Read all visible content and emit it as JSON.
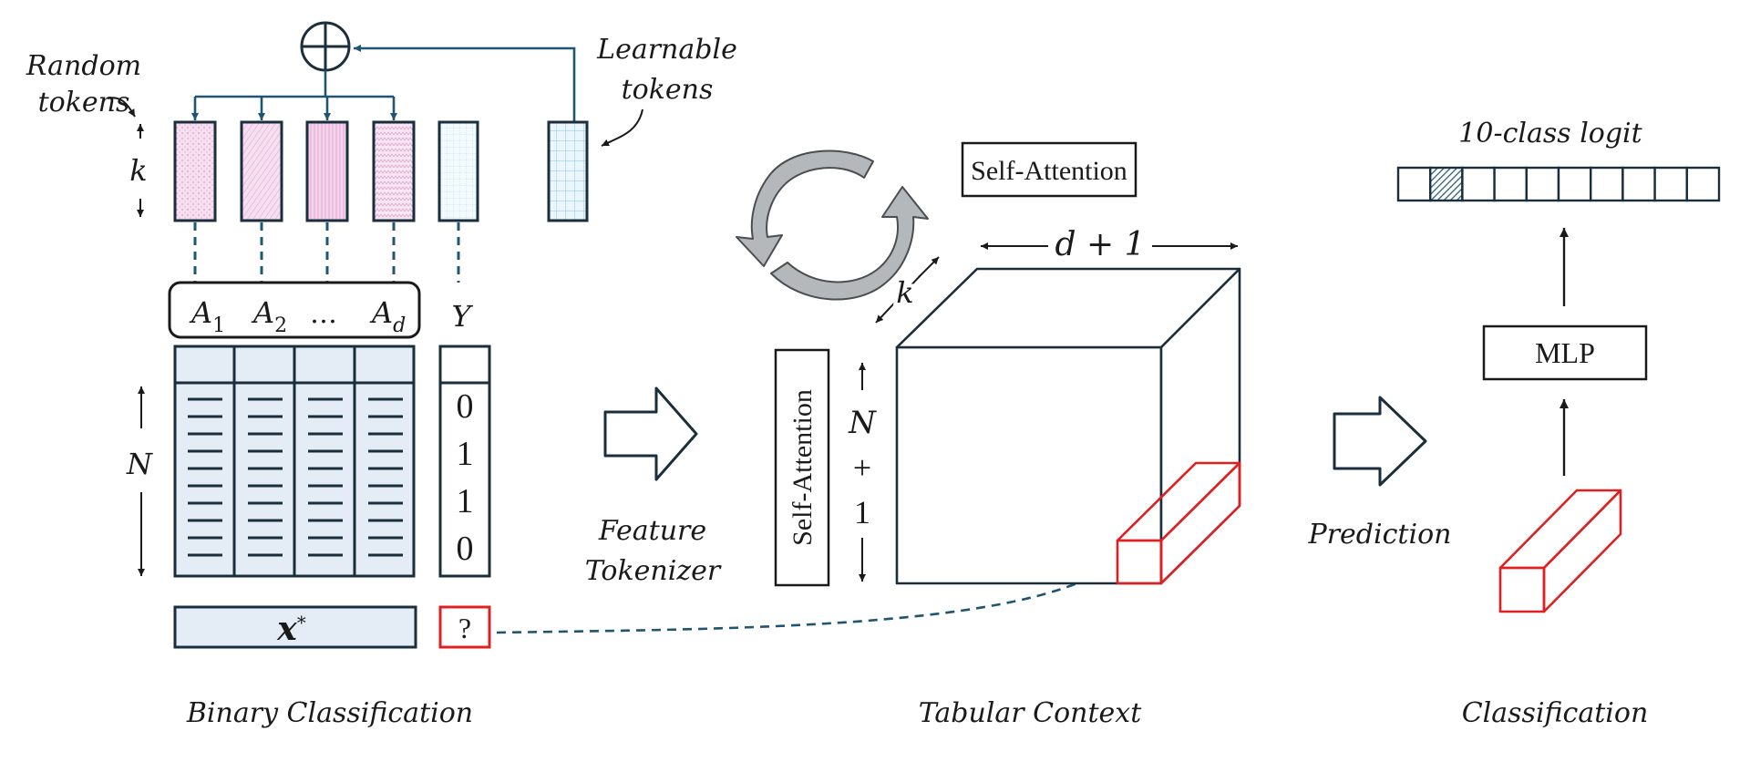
{
  "labels": {
    "random_tokens_line1": "Random",
    "random_tokens_line2": "tokens",
    "learnable_tokens_line1": "Learnable",
    "learnable_tokens_line2": "tokens",
    "k": "k",
    "n": "N",
    "attr_1": "A",
    "attr_1_sub": "1",
    "attr_2": "A",
    "attr_2_sub": "2",
    "attr_ellipsis": "…",
    "attr_d": "A",
    "attr_d_sub": "d",
    "target_y": "Y",
    "y_values": [
      "0",
      "1",
      "1",
      "0"
    ],
    "x_star": "x",
    "x_star_sup": "*",
    "query_mark": "?",
    "feature_tokenizer_line1": "Feature",
    "feature_tokenizer_line2": "Tokenizer",
    "self_attention_top": "Self-Attention",
    "self_attention_side": "Self-Attention",
    "cube_width": "d + 1",
    "cube_depth": "k",
    "cube_height_n": "N",
    "cube_height_plus": "+",
    "cube_height_one": "1",
    "prediction": "Prediction",
    "mlp": "MLP",
    "logit_title": "10-class logit",
    "caption_left": "Binary Classification",
    "caption_middle": "Tabular Context",
    "caption_right": "Classification"
  },
  "logit": {
    "cells": 10,
    "highlighted_index": 1
  },
  "colors": {
    "stroke": "#1a2e3b",
    "dark_blue": "#1f5570",
    "table_fill": "#e4ecf6",
    "pink": "#f5d7ee",
    "light_blue": "#e6f4fb",
    "red": "#e02020",
    "gray_arrow": "#b4b8bb"
  }
}
